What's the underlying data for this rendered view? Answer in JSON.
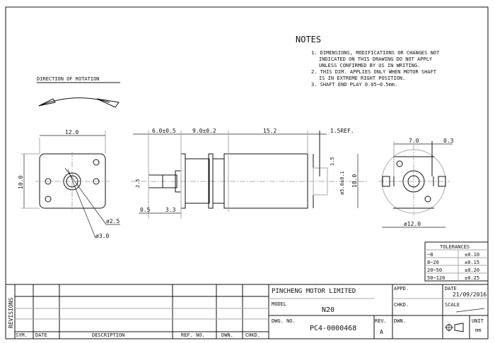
{
  "notes": {
    "title": "NOTES",
    "lines": [
      "1. DIMENSIONS, MODIFICATIONS OR CHANGES NOT",
      "INDICATED ON THIS DRAWING DO NOT APPLY",
      "UNLESS CONFIRMED BY US IN WRITING.",
      "2. THIS DIM. APPLIES ONLY WHEN MOTOR SHAFT",
      "IS IN EXTREME RIGHT POSITION.",
      "3. SHAFT END PLAY 0.05~0.5mm."
    ]
  },
  "rotation": {
    "label": "DIRECTION OF ROTATION"
  },
  "front_view": {
    "width": "12.0",
    "height": "10.0",
    "d1": "ø2.5",
    "d2": "ø3.0"
  },
  "side_view": {
    "d_shaft_len": "6.0±0.5",
    "d_gear_len": "9.0±0.2",
    "d_body_len": "15.2",
    "d_ref": "1.5REF.",
    "d_shaft_dia": "2.5",
    "d_05": "0.5",
    "d_33": "3.3",
    "d_15": "1.5",
    "d_boss": "ø5.0±0.1",
    "d_height": "10.0"
  },
  "rear_view": {
    "d_70": "7.0",
    "d_03": "0.3",
    "d_dia": "ø12.0"
  },
  "tolerances": {
    "title": "TOLERANCES",
    "rows": [
      {
        "range": "~8",
        "tol": "±0.10"
      },
      {
        "range": "8~20",
        "tol": "±0.15"
      },
      {
        "range": "20~50",
        "tol": "±0.20"
      },
      {
        "range": "50~120",
        "tol": "±0.25"
      }
    ]
  },
  "title_block": {
    "revisions": "REVISIONS",
    "headers": {
      "sym": "SYM.",
      "date": "DATE",
      "description": "DESCRIPTION",
      "ref_no": "REF. NO.",
      "dwn": "DWN.",
      "chkd": "CHKD."
    },
    "company": "PINCHENG MOTOR LIMITED",
    "model_label": "MODEL",
    "model": "N20",
    "dwg_label": "DWG. NO.",
    "dwg_no": "PC4-0000468",
    "rev_label": "REV.",
    "rev": "A",
    "appd": "APPD.",
    "chkd": "CHKD.",
    "dwn": "DWN.",
    "date_label": "DATE",
    "date": "21/09/2016",
    "scale_label": "SCALE",
    "unit_label": "UNIT",
    "unit": "mm"
  }
}
